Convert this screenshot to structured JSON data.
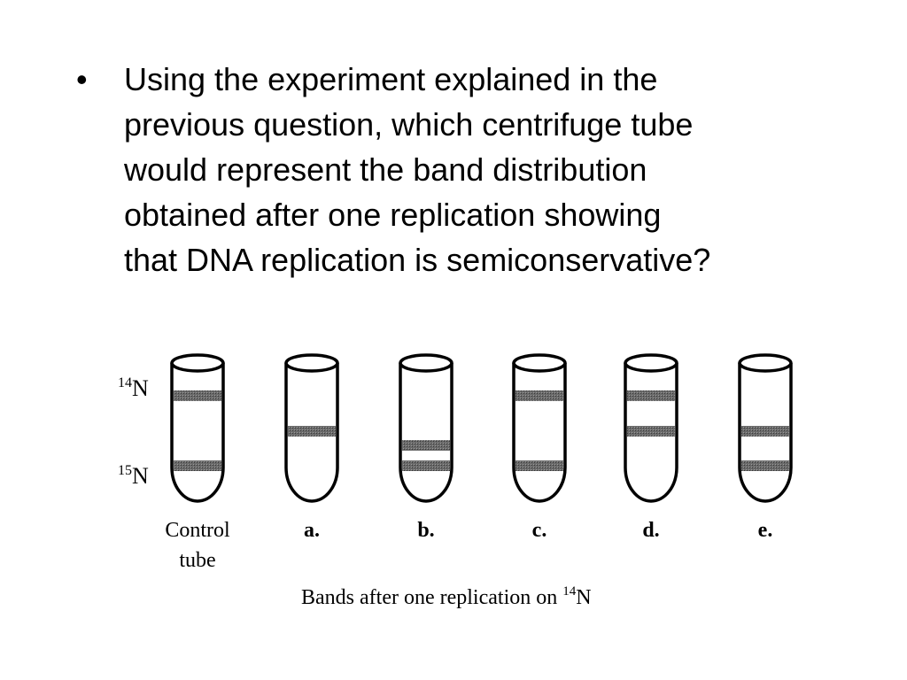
{
  "question": {
    "bullet": "•",
    "lines": [
      "Using the experiment explained in the",
      "previous question, which centrifuge tube",
      "would represent the band distribution",
      "obtained after one replication showing",
      "that DNA replication is semiconservative?"
    ]
  },
  "figure": {
    "axis_labels": {
      "n14": {
        "sup": "14",
        "base": "N"
      },
      "n15": {
        "sup": "15",
        "base": "N"
      }
    },
    "control_label_line1": "Control",
    "control_label_line2": "tube",
    "tubes": [
      {
        "label": "",
        "bands": [
          "14N",
          "15N"
        ]
      },
      {
        "label": "a.",
        "bands": [
          "hybrid"
        ]
      },
      {
        "label": "b.",
        "bands": [
          "between-hybrid-15N",
          "15N"
        ]
      },
      {
        "label": "c.",
        "bands": [
          "14N",
          "15N"
        ]
      },
      {
        "label": "d.",
        "bands": [
          "14N",
          "hybrid"
        ]
      },
      {
        "label": "e.",
        "bands": [
          "hybrid",
          "15N"
        ]
      }
    ],
    "caption": {
      "text": "Bands after one replication on ",
      "sup": "14",
      "base": "N"
    },
    "colors": {
      "outline": "#000000",
      "band": "#555555"
    }
  }
}
